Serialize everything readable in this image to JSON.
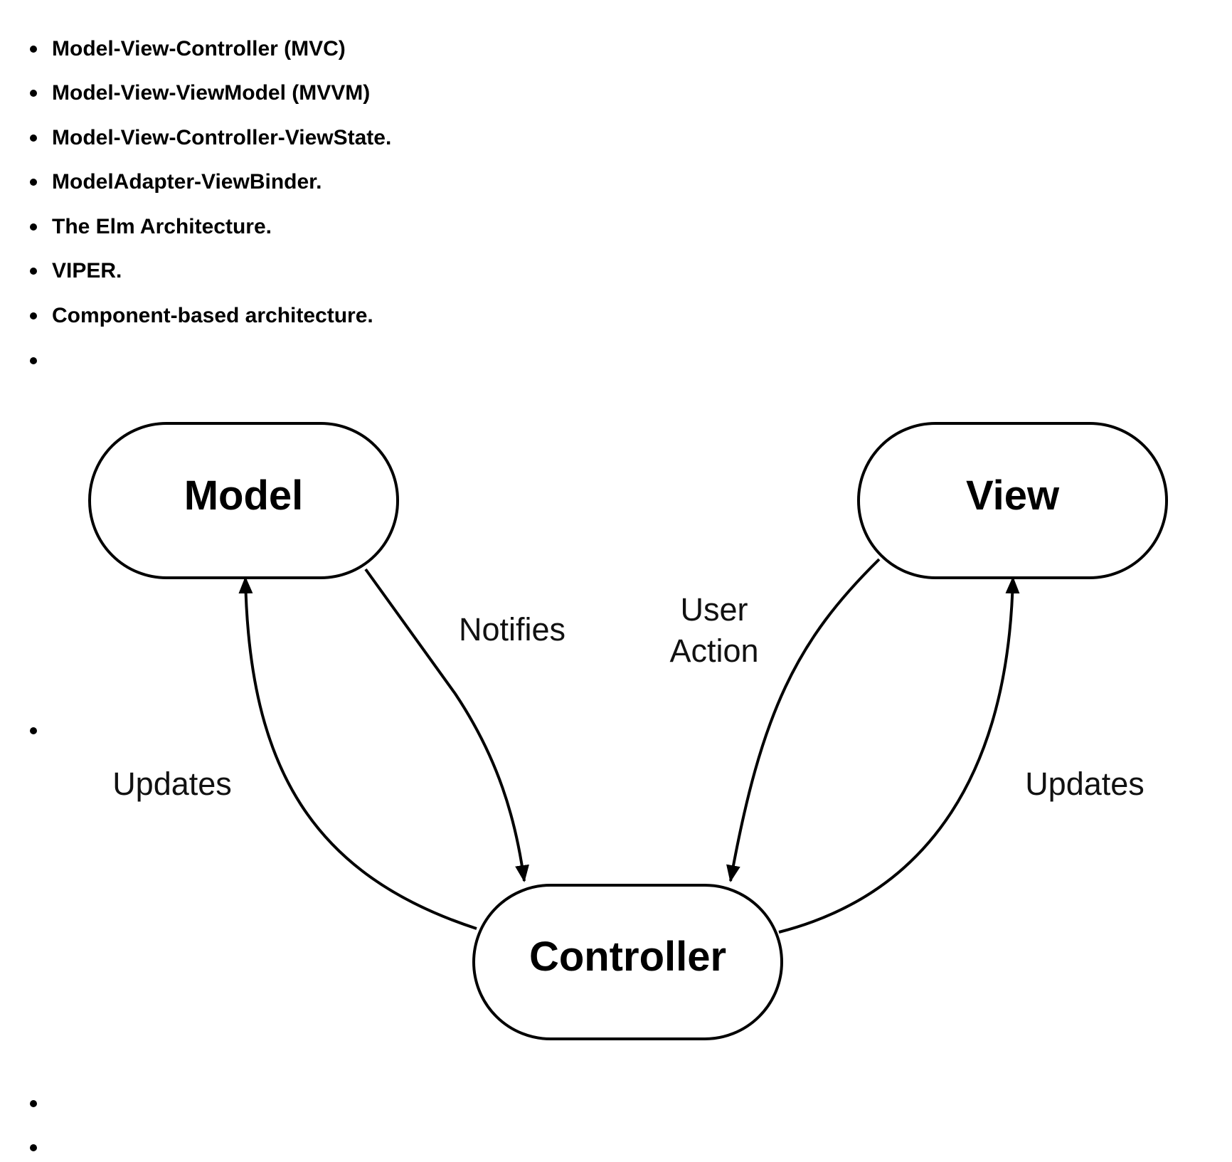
{
  "list": {
    "items": [
      "Model-View-Controller (MVC)",
      "Model-View-ViewModel (MVVM)",
      "Model-View-Controller-ViewState.",
      "ModelAdapter-ViewBinder.",
      "The Elm Architecture.",
      "VIPER.",
      "Component-based architecture.",
      "",
      "",
      "",
      ""
    ]
  },
  "diagram": {
    "nodes": {
      "model": "Model",
      "view": "View",
      "controller": "Controller"
    },
    "edges": {
      "notifies": "Notifies",
      "user_action_line1": "User",
      "user_action_line2": "Action",
      "updates_left": "Updates",
      "updates_right": "Updates"
    },
    "colors": {
      "stroke": "#000000",
      "fill": "#ffffff"
    }
  }
}
